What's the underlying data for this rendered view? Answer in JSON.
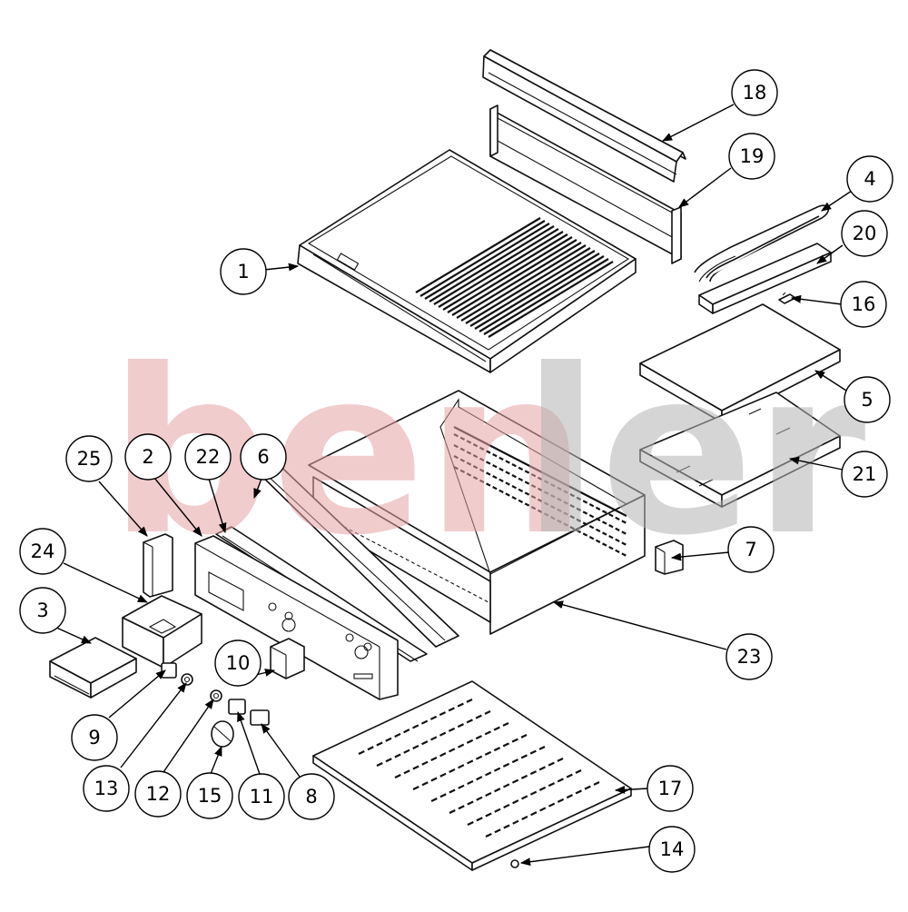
{
  "watermark": {
    "part_pink": "ben",
    "part_grey": "ler",
    "color_pink": "#e7a3a6",
    "color_grey": "#b3b3b3"
  },
  "callouts": [
    "18",
    "19",
    "4",
    "20",
    "16",
    "1",
    "5",
    "21",
    "25",
    "2",
    "22",
    "6",
    "24",
    "7",
    "3",
    "23",
    "10",
    "9",
    "13",
    "12",
    "15",
    "11",
    "8",
    "17",
    "14"
  ],
  "colors": {
    "line": "#111111",
    "background": "#ffffff"
  }
}
